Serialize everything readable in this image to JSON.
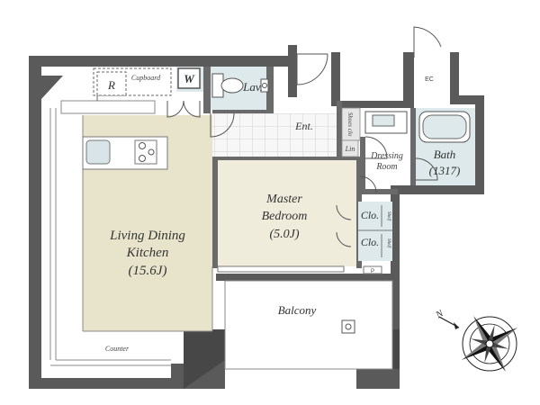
{
  "rooms": {
    "ldk": {
      "line1": "Living Dining",
      "line2": "Kitchen",
      "size": "(15.6J)"
    },
    "master": {
      "line1": "Master",
      "line2": "Bedroom",
      "size": "(5.0J)"
    },
    "bath": {
      "label": "Bath",
      "code": "(1317)"
    },
    "dressing": {
      "line1": "Dressing",
      "line2": "Room"
    },
    "balcony": {
      "label": "Balcony"
    }
  },
  "labels": {
    "refrigerator": "R",
    "cupboard": "Cupboard",
    "washer": "W",
    "lavatory": "Lav.",
    "entrance": "Ent.",
    "shoes_closet": "Shoes clo",
    "linen": "Lin",
    "closet_1": "Clo.",
    "closet_2": "Clo.",
    "shelf_1": "Shelf",
    "shelf_2": "Shelf",
    "elevator": "EC",
    "counter": "Counter",
    "pipe_space": "P",
    "north": "N"
  },
  "colors": {
    "wall": "#5a5a5a",
    "wall_edge": "#333333",
    "ldk_floor": "#e8e4cc",
    "bedroom_floor": "#efecdc",
    "wet_area": "#dde9ea",
    "entrance_floor": "#f7f7f7",
    "balcony_floor": "#ffffff"
  }
}
